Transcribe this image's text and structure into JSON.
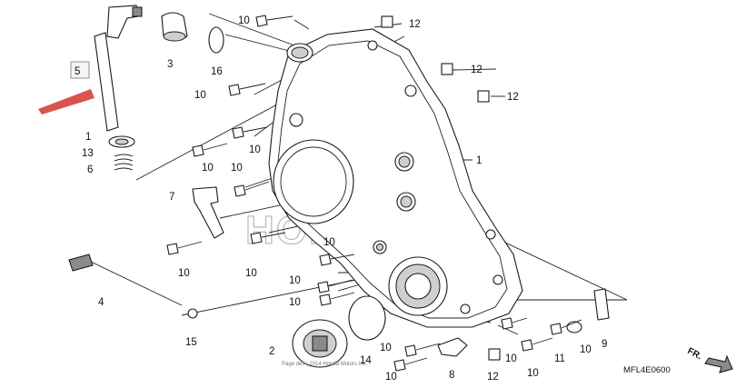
{
  "diagram_code": "MFL4E0600",
  "direction_label": "FR.",
  "highlight": {
    "label": "5",
    "box_color": "#9aa39a",
    "arrow_color": "#d9534f"
  },
  "callouts": [
    {
      "id": "c5",
      "label": "5"
    },
    {
      "id": "c1a",
      "label": "1"
    },
    {
      "id": "c13",
      "label": "13"
    },
    {
      "id": "c6",
      "label": "6"
    },
    {
      "id": "c3",
      "label": "3"
    },
    {
      "id": "c16",
      "label": "16"
    },
    {
      "id": "c10a",
      "label": "10"
    },
    {
      "id": "c10b",
      "label": "10"
    },
    {
      "id": "c10c",
      "label": "10"
    },
    {
      "id": "c10d",
      "label": "10"
    },
    {
      "id": "c10e",
      "label": "10"
    },
    {
      "id": "c10f",
      "label": "10"
    },
    {
      "id": "c10g",
      "label": "10"
    },
    {
      "id": "c10h",
      "label": "10"
    },
    {
      "id": "c10i",
      "label": "10"
    },
    {
      "id": "c10j",
      "label": "10"
    },
    {
      "id": "c10k",
      "label": "10"
    },
    {
      "id": "c10l",
      "label": "10"
    },
    {
      "id": "c10m",
      "label": "10"
    },
    {
      "id": "c10n",
      "label": "10"
    },
    {
      "id": "c10o",
      "label": "10"
    },
    {
      "id": "c12a",
      "label": "12"
    },
    {
      "id": "c12b",
      "label": "12"
    },
    {
      "id": "c12c",
      "label": "12"
    },
    {
      "id": "c12d",
      "label": "12"
    },
    {
      "id": "c1b",
      "label": "1"
    },
    {
      "id": "c7",
      "label": "7"
    },
    {
      "id": "c4",
      "label": "4"
    },
    {
      "id": "c15",
      "label": "15"
    },
    {
      "id": "c2",
      "label": "2"
    },
    {
      "id": "c14",
      "label": "14"
    },
    {
      "id": "c8",
      "label": "8"
    },
    {
      "id": "c11",
      "label": "11"
    },
    {
      "id": "c9",
      "label": "9"
    }
  ],
  "watermark": "HONDA",
  "copyright_line": "Page des        : 2014 Honda Motors Inc"
}
